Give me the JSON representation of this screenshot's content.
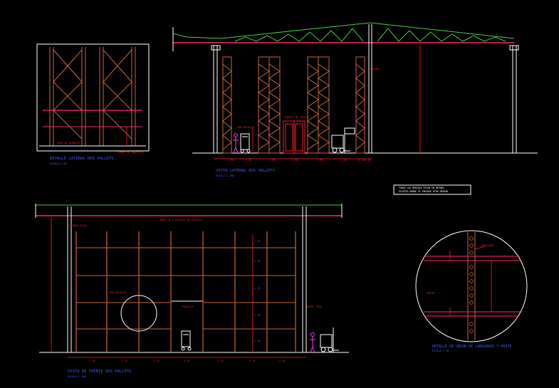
{
  "colors": {
    "background": "#000000",
    "structure": "#ffffff",
    "rack": "#c8663a",
    "beam": "#ff2a6d",
    "truss": "#3bd13b",
    "dimension": "#ff2020",
    "title": "#3a5bff",
    "figure": "#ff33ff",
    "note": "#ffffff"
  },
  "icons": [
    "person-icon",
    "forklift-icon",
    "pallet-jack-icon"
  ],
  "detail_lateral": {
    "title": "DETALLE LATERAL DOS PALLETS",
    "scale": "ESCALA 1:20",
    "floor_label": "PISO DE ALMACEN",
    "concrete_label": "FIRME DE CONCRETO"
  },
  "lateral_view": {
    "title": "VISTA LATERAL DOS PALLETS",
    "scale": "ESCALA 1:100",
    "label_height": "ALTURA",
    "label_door": "PUERTA DE ACCESO",
    "label_view": "VER DETALLE",
    "dims": [
      "1.50",
      "1.50",
      "2.90",
      "1.50",
      "2.90",
      "1.50",
      "0.40",
      "0.40"
    ]
  },
  "note": {
    "lines": [
      "TODAS LAS MEDIDAS ESTAN EN METROS,",
      "EXCEPTO DONDE SE INDIQUE OTRA UNIDAD."
    ]
  },
  "front_view": {
    "title": "VISTA DE FRENTE DOS PALLETS",
    "scale": "ESCALA 1:100",
    "top_label": "ALTURA TOTAL",
    "rack_label": "RACK DE 5 NIVELES DE PALLETS",
    "label_view": "VER DETALLE",
    "label_aisle": "PASILLO",
    "label_floor": "NIVEL PISO",
    "level_dims": [
      "1.20",
      "1.20",
      "1.20",
      "1.20",
      "1.20"
    ],
    "bottom_dims": [
      "2.70",
      "2.70",
      "2.70",
      "2.70",
      "2.70",
      "2.70",
      "2.70"
    ]
  },
  "detail_circle": {
    "title": "DETALLE DE UNION DE LARGUEROS Y POSTE",
    "scale": "ESCALA 1:10",
    "label_beam": "LARGUERO",
    "label_post": "POSTE"
  }
}
